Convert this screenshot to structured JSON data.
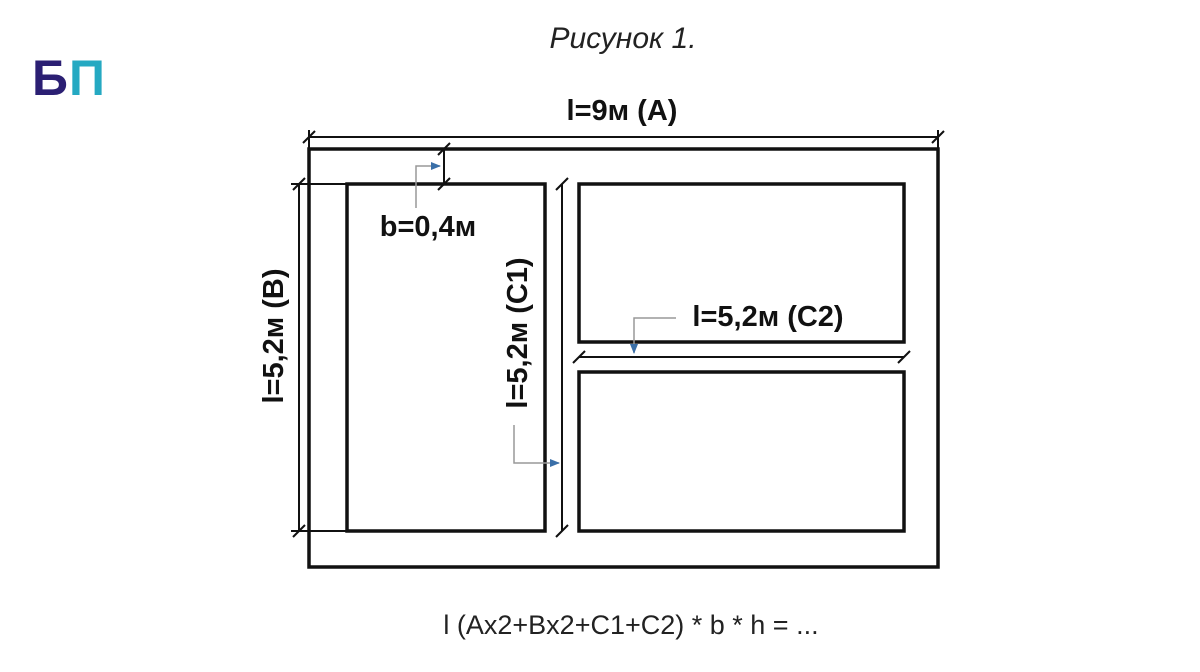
{
  "logo": {
    "letter1": "Б",
    "letter2": "П",
    "color1": "#2b1f73",
    "color2": "#25a9c2"
  },
  "caption": "Рисунок 1.",
  "dimensions": {
    "A": "l=9м (A)",
    "B": "l=5,2м (B)",
    "C1": "l=5,2м (C1)",
    "C2": "l=5,2м (C2)",
    "b": "b=0,4м"
  },
  "formula": "l (Ax2+Bx2+C1+C2) * b * h = ...",
  "colors": {
    "line": "#111111",
    "arrow": "#3a6fa8"
  }
}
